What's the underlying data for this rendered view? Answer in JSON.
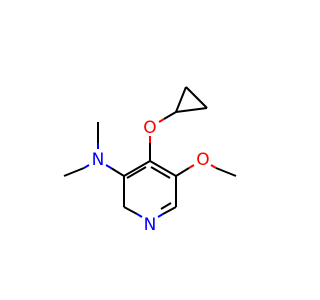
{
  "diagram": {
    "type": "chemical-structure",
    "atoms": {
      "ring_nitrogen": "N",
      "amine_nitrogen": "N",
      "ether_oxygen_cyclopropoxy": "O",
      "ether_oxygen_methoxy": "O"
    },
    "colors": {
      "bond": "#000000",
      "nitrogen": "#0000ff",
      "oxygen": "#ff0000",
      "background": "#ffffff"
    }
  }
}
